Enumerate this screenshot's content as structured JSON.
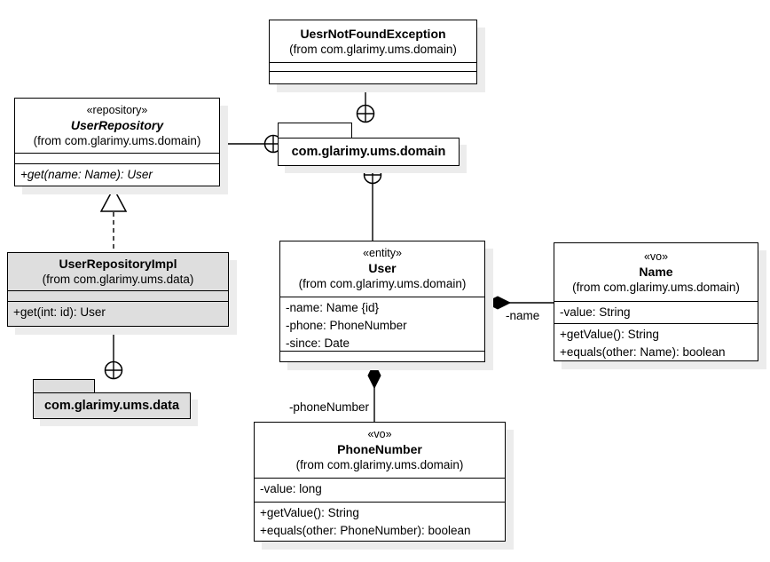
{
  "diagram": {
    "kind": "uml-class-diagram"
  },
  "classes": {
    "exception": {
      "title": "UesrNotFoundException",
      "from": "(from com.glarimy.ums.domain)"
    },
    "user_repository": {
      "stereotype": "«repository»",
      "title": "UserRepository",
      "from": "(from com.glarimy.ums.domain)",
      "operations": [
        "+get(name: Name): User"
      ]
    },
    "user_repository_impl": {
      "title": "UserRepositoryImpl",
      "from": "(from com.glarimy.ums.data)",
      "operations": [
        "+get(int: id): User"
      ]
    },
    "user": {
      "stereotype": "«entity»",
      "title": "User",
      "from": "(from com.glarimy.ums.domain)",
      "attributes": [
        "-name: Name {id}",
        "-phone: PhoneNumber",
        "-since: Date"
      ]
    },
    "name": {
      "stereotype": "«vo»",
      "title": "Name",
      "from": "(from com.glarimy.ums.domain)",
      "attributes": [
        "-value: String"
      ],
      "operations": [
        "+getValue(): String",
        "+equals(other: Name): boolean"
      ]
    },
    "phone_number": {
      "stereotype": "«vo»",
      "title": "PhoneNumber",
      "from": "(from com.glarimy.ums.domain)",
      "attributes": [
        "-value: long"
      ],
      "operations": [
        "+getValue(): String",
        "+equals(other: PhoneNumber): boolean"
      ]
    }
  },
  "packages": {
    "domain": {
      "label": "com.glarimy.ums.domain"
    },
    "data": {
      "label": "com.glarimy.ums.data"
    }
  },
  "edges": {
    "user_name_label": "-name",
    "user_phone_label": "-phoneNumber"
  },
  "relationships": [
    {
      "from": "UserRepositoryImpl",
      "to": "UserRepository",
      "type": "realization"
    },
    {
      "from": "User",
      "to": "Name",
      "type": "composition",
      "label": "-name"
    },
    {
      "from": "User",
      "to": "PhoneNumber",
      "type": "composition",
      "label": "-phoneNumber"
    },
    {
      "from": "UesrNotFoundException",
      "to": "com.glarimy.ums.domain",
      "type": "containment-anchor"
    },
    {
      "from": "UserRepository",
      "to": "com.glarimy.ums.domain",
      "type": "containment-anchor"
    },
    {
      "from": "User",
      "to": "com.glarimy.ums.domain",
      "type": "containment-anchor"
    },
    {
      "from": "UserRepositoryImpl",
      "to": "com.glarimy.ums.data",
      "type": "containment-anchor"
    }
  ],
  "colors": {
    "node_fill": "#ffffff",
    "impl_fill": "#dedede",
    "border": "#000000",
    "shadow": "#ececec"
  }
}
